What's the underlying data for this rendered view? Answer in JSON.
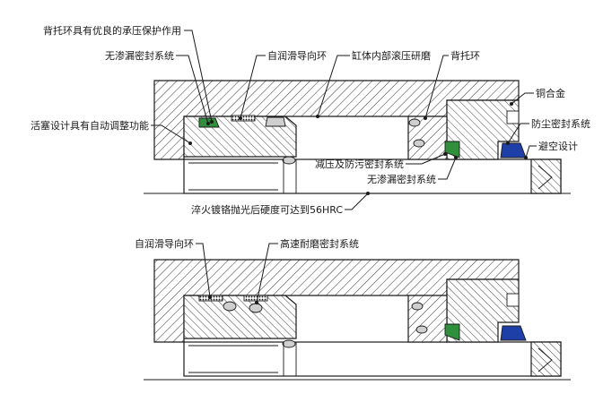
{
  "labels": {
    "top": {
      "backup_ring_bearing": "背托环具有优良的承压保护作用",
      "zero_leak_left": "无渗漏密封系统",
      "self_lube_guide_top": "自润滑导向环",
      "bore_roller_burnish": "缸体内部滚压研磨",
      "backup_ring": "背托环",
      "copper_alloy": "铜合金",
      "piston_self_adjust": "活塞设计具有自动调整功能",
      "dust_seal": "防尘密封系统",
      "clearance_design": "避空设计",
      "pressure_reduce_antifoul": "减压及防污密封系统",
      "zero_leak_right": "无渗漏密封系统",
      "rod_hardness": "淬火镀铬抛光后硬度可达到56HRC"
    },
    "bottom": {
      "self_lube_guide_bottom": "自润滑导向环",
      "high_speed_seal": "高速耐磨密封系统"
    }
  },
  "colors": {
    "line": "#1a1a1a",
    "green_seal": "#2f8f3a",
    "blue_seal": "#1f3fa8",
    "oring_fill": "#cfcfcf",
    "hatch_bg": "#ffffff"
  }
}
